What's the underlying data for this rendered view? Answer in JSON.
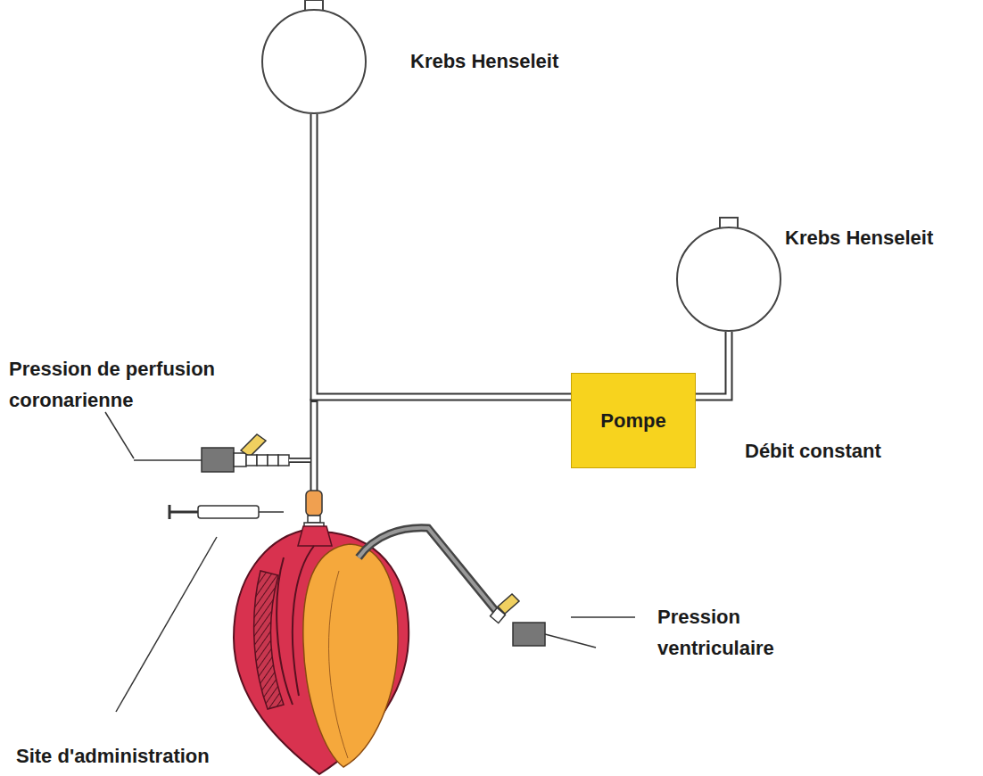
{
  "diagram": {
    "nodes": [
      {
        "text": [
          "Krebs Henseleit"
        ]
      },
      {
        "text": [
          "Krebs Henseleit"
        ]
      },
      {
        "text": [
          "Pompe"
        ]
      }
    ],
    "edges": [
      {
        "from": 1,
        "to": 2,
        "arrow": "none"
      },
      {
        "from": 2,
        "to": 0,
        "arrow": "none"
      }
    ],
    "labels": [
      "Débit constant",
      "Pression de perfusion coronarienne",
      "Pression ventriculaire",
      "Site d'administration"
    ]
  }
}
